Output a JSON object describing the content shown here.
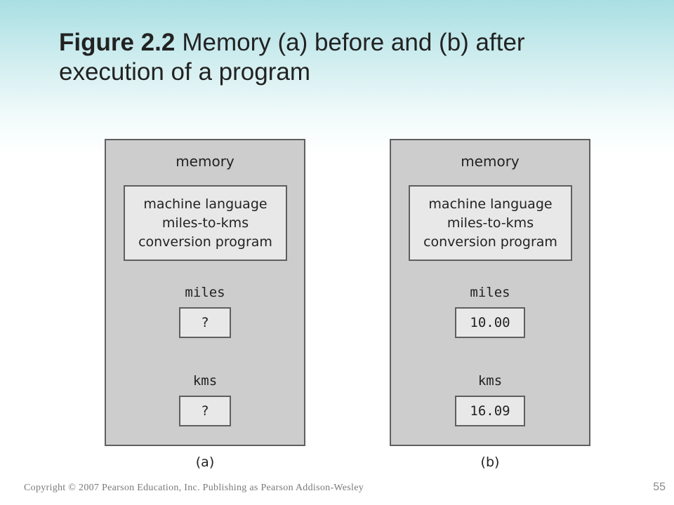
{
  "slide": {
    "figure_number": "Figure 2.2",
    "title": "Memory (a) before and (b) after execution of a program",
    "copyright": "Copyright © 2007 Pearson Education, Inc. Publishing as Pearson Addison-Wesley",
    "page_number": "55"
  },
  "panels": [
    {
      "memory_label": "memory",
      "program_lines": [
        "machine language",
        "miles-to-kms",
        "conversion program"
      ],
      "miles_label": "miles",
      "miles_value": "?",
      "kms_label": "kms",
      "kms_value": "?",
      "caption": "(a)"
    },
    {
      "memory_label": "memory",
      "program_lines": [
        "machine language",
        "miles-to-kms",
        "conversion program"
      ],
      "miles_label": "miles",
      "miles_value": "10.00",
      "kms_label": "kms",
      "kms_value": "16.09",
      "caption": "(b)"
    }
  ]
}
